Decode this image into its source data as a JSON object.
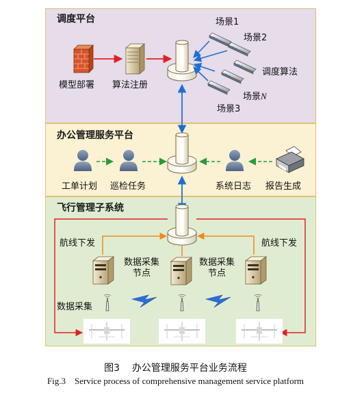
{
  "panels": {
    "dispatch": {
      "title": "调度平台",
      "color": "#e6dcea"
    },
    "office": {
      "title": "办公管理服务平台",
      "color": "#fbf1d3"
    },
    "flight": {
      "title": "飞行管理子系统",
      "color": "#e0ecd2"
    }
  },
  "dispatch": {
    "model_deploy": "模型部署",
    "algo_register": "算法注册",
    "scene1": "场景1",
    "scene2": "场景2",
    "dispatch_algo": "调度算法",
    "sceneN_prefix": "场景",
    "sceneN_suffix": "N",
    "scene3": "场景3"
  },
  "office": {
    "work_plan": "工单计划",
    "patrol_task": "巡检任务",
    "system_log": "系统日志",
    "report_gen": "报告生成"
  },
  "flight": {
    "route_left": "航线下发",
    "route_right": "航线下发",
    "node_left": "数据采集\n节点",
    "node_right": "数据采集\n节点",
    "data_collect": "数据采集"
  },
  "caption": {
    "cn": "图3    办公管理服务平台业务流程",
    "en": "Fig.3    Service process of comprehensive management service platform"
  },
  "colors": {
    "red_arrow": "#e02020",
    "blue_arrow": "#1f6fd0",
    "green_arrow": "#2a9a3a",
    "orange_line": "#f08a1c",
    "panel_border": "#e0c070"
  }
}
